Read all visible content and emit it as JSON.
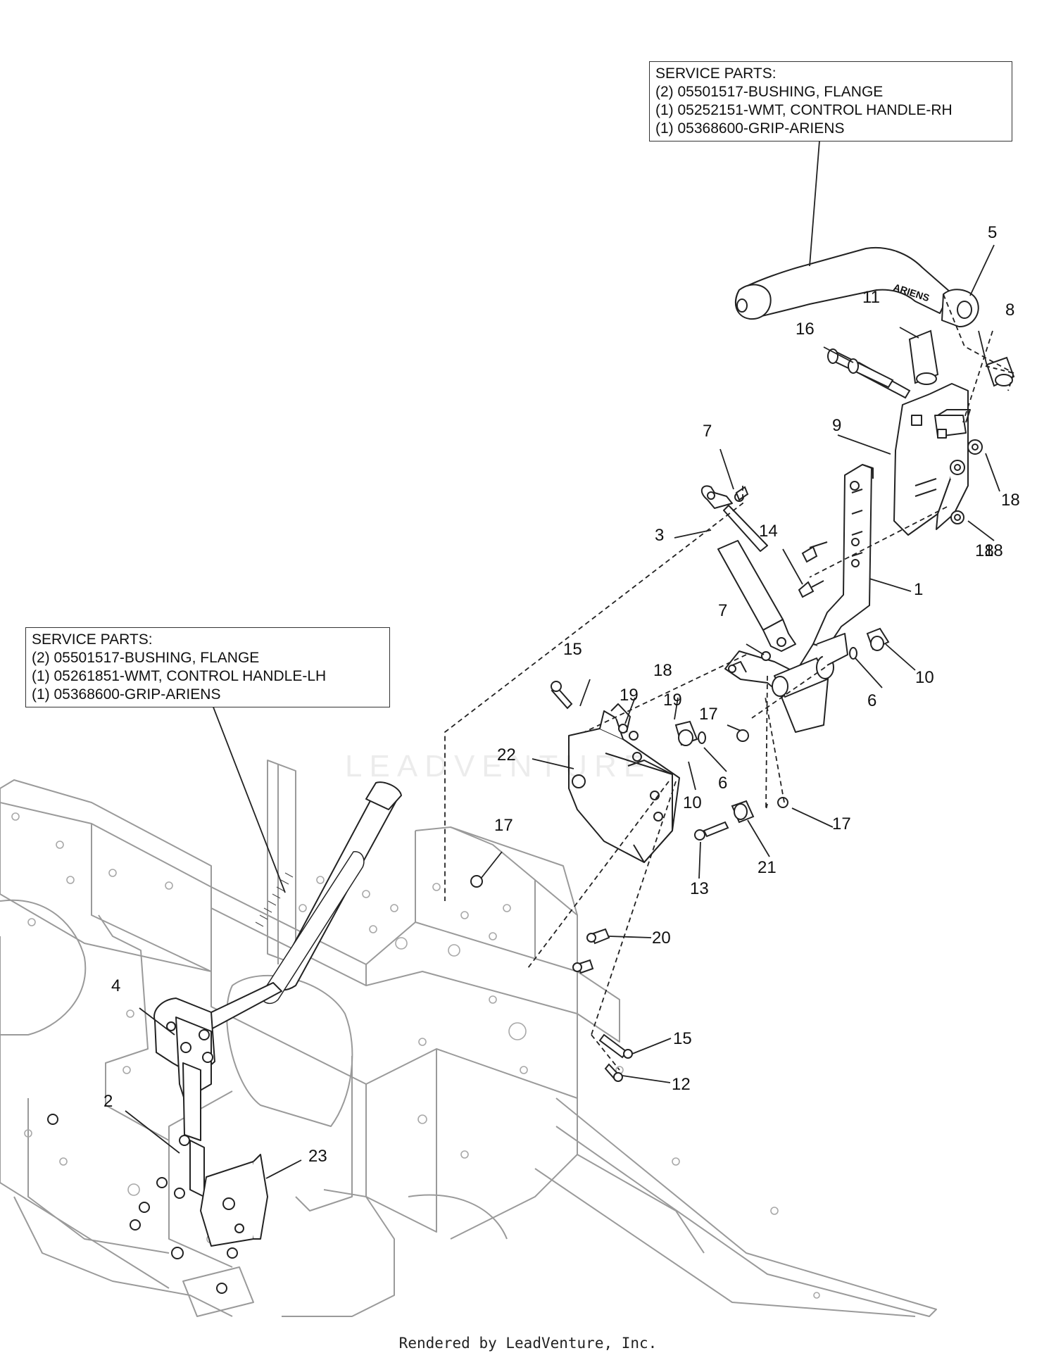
{
  "service_parts_rh": {
    "title": "SERVICE PARTS:",
    "lines": [
      "(2) 05501517-BUSHING, FLANGE",
      "(1) 05252151-WMT, CONTROL HANDLE-RH",
      "(1) 05368600-GRIP-ARIENS"
    ]
  },
  "service_parts_lh": {
    "title": "SERVICE PARTS:",
    "lines": [
      "(2) 05501517-BUSHING, FLANGE",
      "(1) 05261851-WMT, CONTROL HANDLE-LH",
      "(1) 05368600-GRIP-ARIENS"
    ]
  },
  "grip_brand": "ARIENS",
  "watermark": "LEADVENTURE",
  "part_numbers": [
    "5",
    "11",
    "8",
    "16",
    "9",
    "18",
    "7",
    "18",
    "3",
    "14",
    "18",
    "1",
    "7",
    "10",
    "6",
    "15",
    "18",
    "19",
    "19",
    "17",
    "22",
    "6",
    "10",
    "17",
    "17",
    "21",
    "13",
    "20",
    "15",
    "12",
    "4",
    "2",
    "23"
  ],
  "footer": "Rendered by LeadVenture, Inc."
}
